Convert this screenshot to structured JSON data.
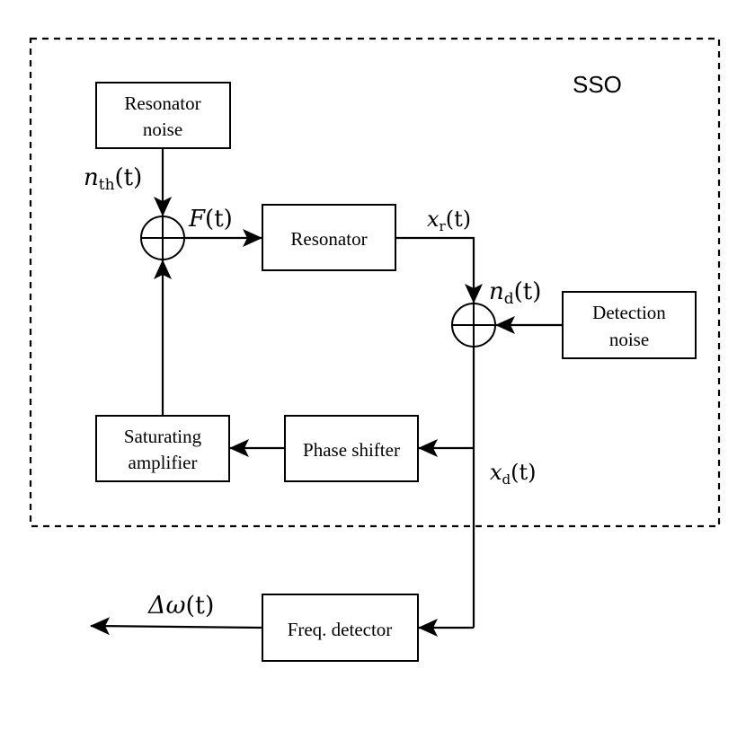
{
  "container": {
    "label": "SSO"
  },
  "blocks": {
    "resonator_noise": [
      "Resonator",
      "noise"
    ],
    "resonator": "Resonator",
    "detection_noise": [
      "Detection",
      "noise"
    ],
    "saturating_amplifier": [
      "Saturating",
      "amplifier"
    ],
    "phase_shifter": "Phase shifter",
    "freq_detector": "Freq. detector"
  },
  "signals": {
    "n_th": {
      "main": "n",
      "sub": "th",
      "arg": "(t)"
    },
    "F": {
      "main": "F",
      "arg": "(t)"
    },
    "x_r": {
      "main": "x",
      "sub": "r",
      "arg": "(t)"
    },
    "n_d": {
      "main": "n",
      "sub": "d",
      "arg": "(t)"
    },
    "x_d": {
      "main": "x",
      "sub": "d",
      "arg": "(t)"
    },
    "delta_omega": {
      "main": "Δω",
      "arg": "(t)"
    }
  }
}
